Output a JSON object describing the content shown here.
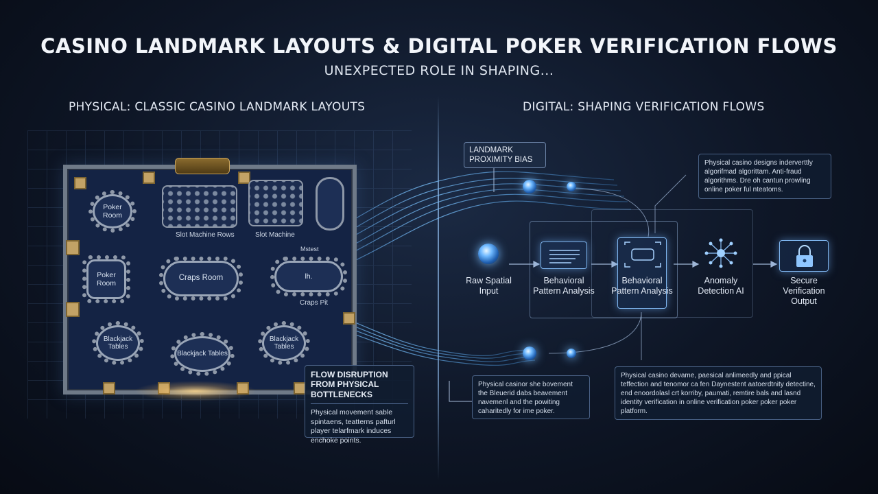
{
  "title": "CASINO LANDMARK LAYOUTS & DIGITAL POKER VERIFICATION FLOWS",
  "subtitle": "UNEXPECTED ROLE IN SHAPING...",
  "left_header": "PHYSICAL: CLASSIC CASINO LANDMARK LAYOUTS",
  "right_header": "DIGITAL: SHAPING VERIFICATION FLOWS",
  "floor": {
    "poker_room_1": "Poker Room",
    "slot_rows": "Slot Machine Rows",
    "slot_machine": "Slot Machine",
    "poker_room_2": "Poker Room",
    "craps_room": "Craps Room",
    "craps_pit": "Craps Pit",
    "blackjack_1": "Blackjack Tables",
    "blackjack_2": "Blackjack Tables",
    "blackjack_3": "Blackjack Tables",
    "misc_1": "Mstest",
    "misc_2": "lh."
  },
  "callouts": {
    "bottleneck": {
      "heading": "FLOW DISRUPTION FROM PHYSICAL BOTTLENECKS",
      "body": "Physical movement sable spintaens, teatterns pafturl player telarfmark induces enchoke points."
    },
    "landmark_bias": "LANDMARK PROXIMITY BIAS",
    "top_right": "Physical casino designs inderverttly algorifmad algorittam. Anti-fraud algorithms. Dre oh cantun prowling online poker ful nteatoms.",
    "bottom_mid": "Physical casinor she bovement the Bleuerid dabs beavement navemenl and the powiting caharitedly for ime poker.",
    "bottom_right": "Physical casino devame, paesical anlimeedly and ppical teffection and tenomor ca fen Daynestent aatoerdtnity detectine, end enoordolasl crt korriby, paumati, remtire bals and lasnd identity verification in online verification poker poker poker platform."
  },
  "flow": {
    "step1": "Raw Spatial Input",
    "step2": "Behavioral Pattern Analysis",
    "step3": "Behavioral Pattern Analysis",
    "step4": "Anomaly Detection AI",
    "step5": "Secure Verification Output"
  },
  "icons": [
    "orb-icon",
    "document-icon",
    "scan-icon",
    "network-icon",
    "lock-icon"
  ],
  "colors": {
    "accent": "#6fb9ff",
    "background": "#0e1626",
    "gold": "#c9a35a"
  }
}
